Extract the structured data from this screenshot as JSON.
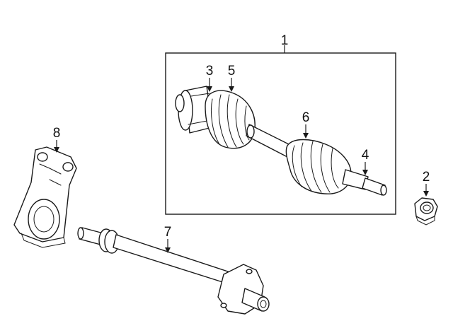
{
  "callouts": {
    "c1": "1",
    "c2": "2",
    "c3": "3",
    "c4": "4",
    "c5": "5",
    "c6": "6",
    "c7": "7",
    "c8": "8"
  },
  "colors": {
    "line": "#1a1a1a",
    "background": "#ffffff"
  }
}
